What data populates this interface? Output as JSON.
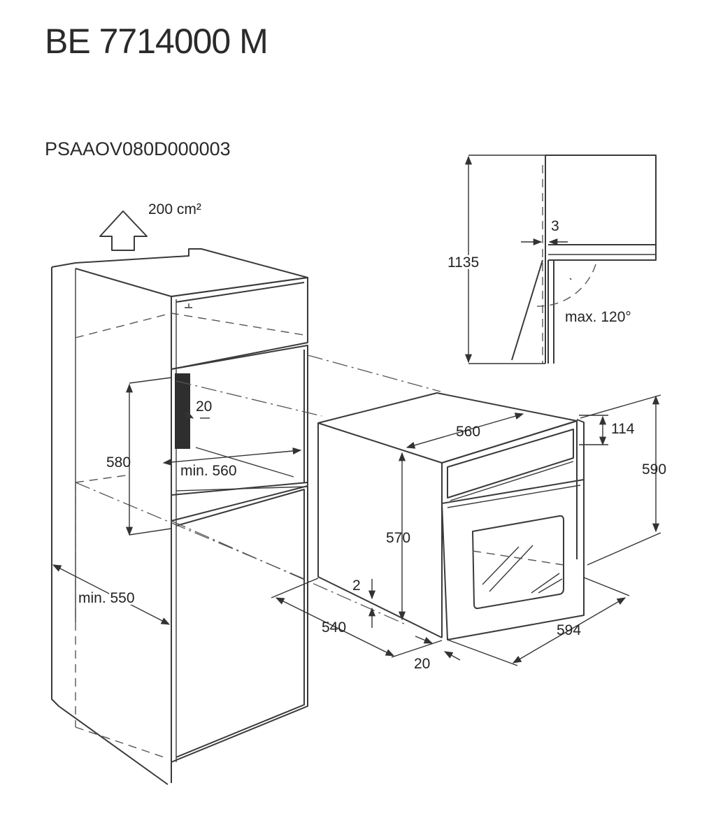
{
  "header": {
    "model": "BE 7714000 M",
    "code": "PSAAOV080D000003"
  },
  "labels": {
    "ventilation": "200 cm²",
    "gap_top_door": "3",
    "height_total": "1135",
    "door_angle": "max. 120°",
    "niche_depth_gap": "20",
    "niche_height": "580",
    "niche_width_min": "min. 560",
    "cabinet_depth_min": "min. 550",
    "oven_width_body": "560",
    "oven_panel_height": "114",
    "oven_front_height": "590",
    "oven_body_height": "570",
    "oven_gap_bottom": "2",
    "oven_body_depth": "540",
    "oven_front_thickness": "20",
    "oven_front_width": "594"
  },
  "colors": {
    "line": "#3a3a3a",
    "back_panel": "#2e2e2e"
  }
}
